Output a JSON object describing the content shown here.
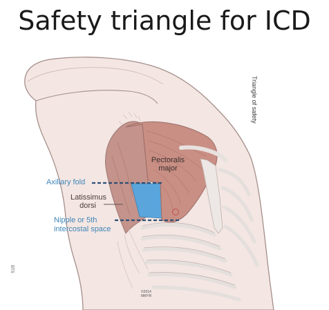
{
  "slide": {
    "title": "Safety triangle for ICD"
  },
  "diagram": {
    "side_title": "Triangle of safety",
    "labels": {
      "axillary_fold": "Axillary fold",
      "latissimus_line1": "Latissimus",
      "latissimus_line2": "dorsi",
      "pectoralis_line1": "Pectoralis",
      "pectoralis_line2": "major",
      "nipple_line1": "Nipple or 5th",
      "nipple_line2": "intercostal space"
    },
    "small_text": {
      "side_code": "BTS",
      "copyright_line1": "©2014",
      "copyright_line2": "MMYR"
    },
    "colors": {
      "label_blue": "#3f86b8",
      "safe_zone": "#5aa6dc",
      "pectoralis_muscle": "#c98f84",
      "latissimus_muscle": "#c4938b",
      "skin": "#f3e6e3",
      "outline": "#a48e8a",
      "rib": "#ece9e7",
      "guide_line": "#2b4e74"
    }
  }
}
